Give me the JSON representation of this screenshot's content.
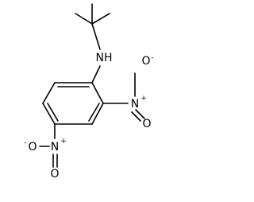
{
  "molecule": {
    "amine_label": "NH",
    "nitro_groups": [
      {
        "n_label": "N",
        "n_charge": "+",
        "o_single_label": "O",
        "o_single_charge": "-",
        "o_double_label": "O"
      },
      {
        "n_label": "N",
        "n_charge": "+",
        "o_single_label": "O",
        "o_single_charge": "-",
        "o_double_label": "O"
      }
    ]
  },
  "colors": {
    "bond": "#000000",
    "background": "#ffffff"
  }
}
